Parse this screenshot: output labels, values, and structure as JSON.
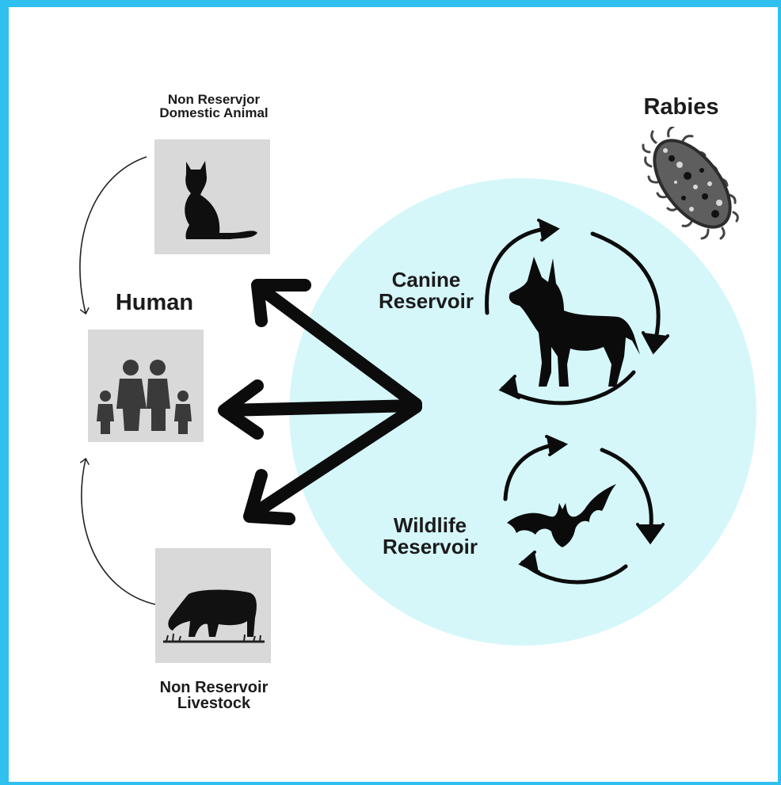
{
  "title": "Rabies",
  "nodes": {
    "domestic": "Non Reservjor\nDomestic Animal",
    "human": "Human",
    "livestock": "Non Reservoir\nLivestock",
    "canine": "Canine\nReservoir",
    "wildlife": "Wildlife\nReservoir"
  },
  "icons": {
    "cat": "cat-icon",
    "family": "family-icon",
    "cow": "cow-icon",
    "dog": "dog-icon",
    "bat": "bat-icon",
    "virus": "virus-icon"
  },
  "colors": {
    "frame": "#2fc0ef",
    "reservoir_circle": "#d5f7fa",
    "icon_box": "#d9d9d9",
    "ink": "#111111"
  }
}
